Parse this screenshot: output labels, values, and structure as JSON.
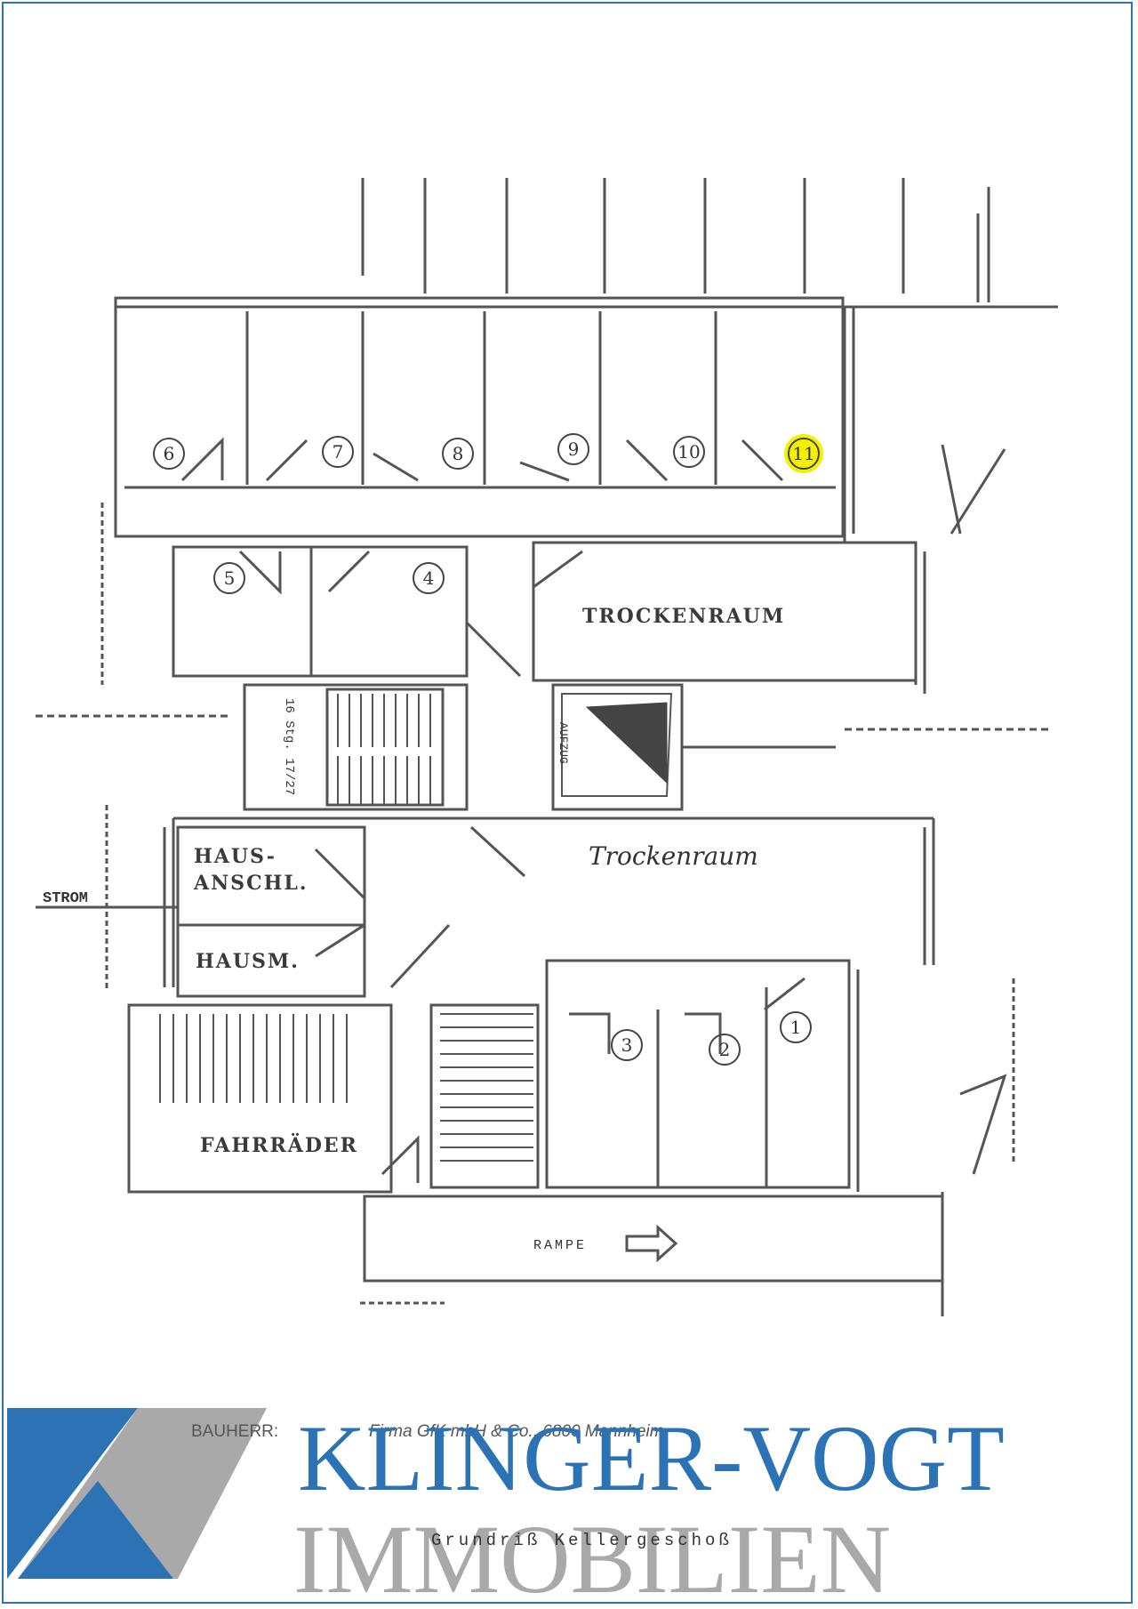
{
  "plan": {
    "rooms": {
      "trockenraum_upper": "TROCKENRAUM",
      "trockenraum_hand": "Trockenraum",
      "aufzug": "AUFZUG",
      "stairs": "16 Stg. 17/27",
      "hausanschl_1": "HAUS-",
      "hausanschl_2": "ANSCHL.",
      "hausm": "HAUSM.",
      "fahrraeder": "FAHRRÄDER",
      "rampe": "RAMPE",
      "strom": "STROM"
    },
    "cellars": [
      "1",
      "2",
      "3",
      "4",
      "5",
      "6",
      "7",
      "8",
      "9",
      "10",
      "11"
    ],
    "highlighted_cellar": "11",
    "highlight_color": "#f5f000"
  },
  "footer": {
    "bauherr_label": "BAUHERR:",
    "bauherr_value": "Firma GfK mbH & Co., 6800 Mannheim",
    "caption": "Grundriß Kellergeschoß"
  },
  "brand": {
    "line1": "KLINGER-VOGT",
    "line2": "IMMOBILIEN",
    "blue": "#2c73b6",
    "grey": "#a9a9a9"
  }
}
